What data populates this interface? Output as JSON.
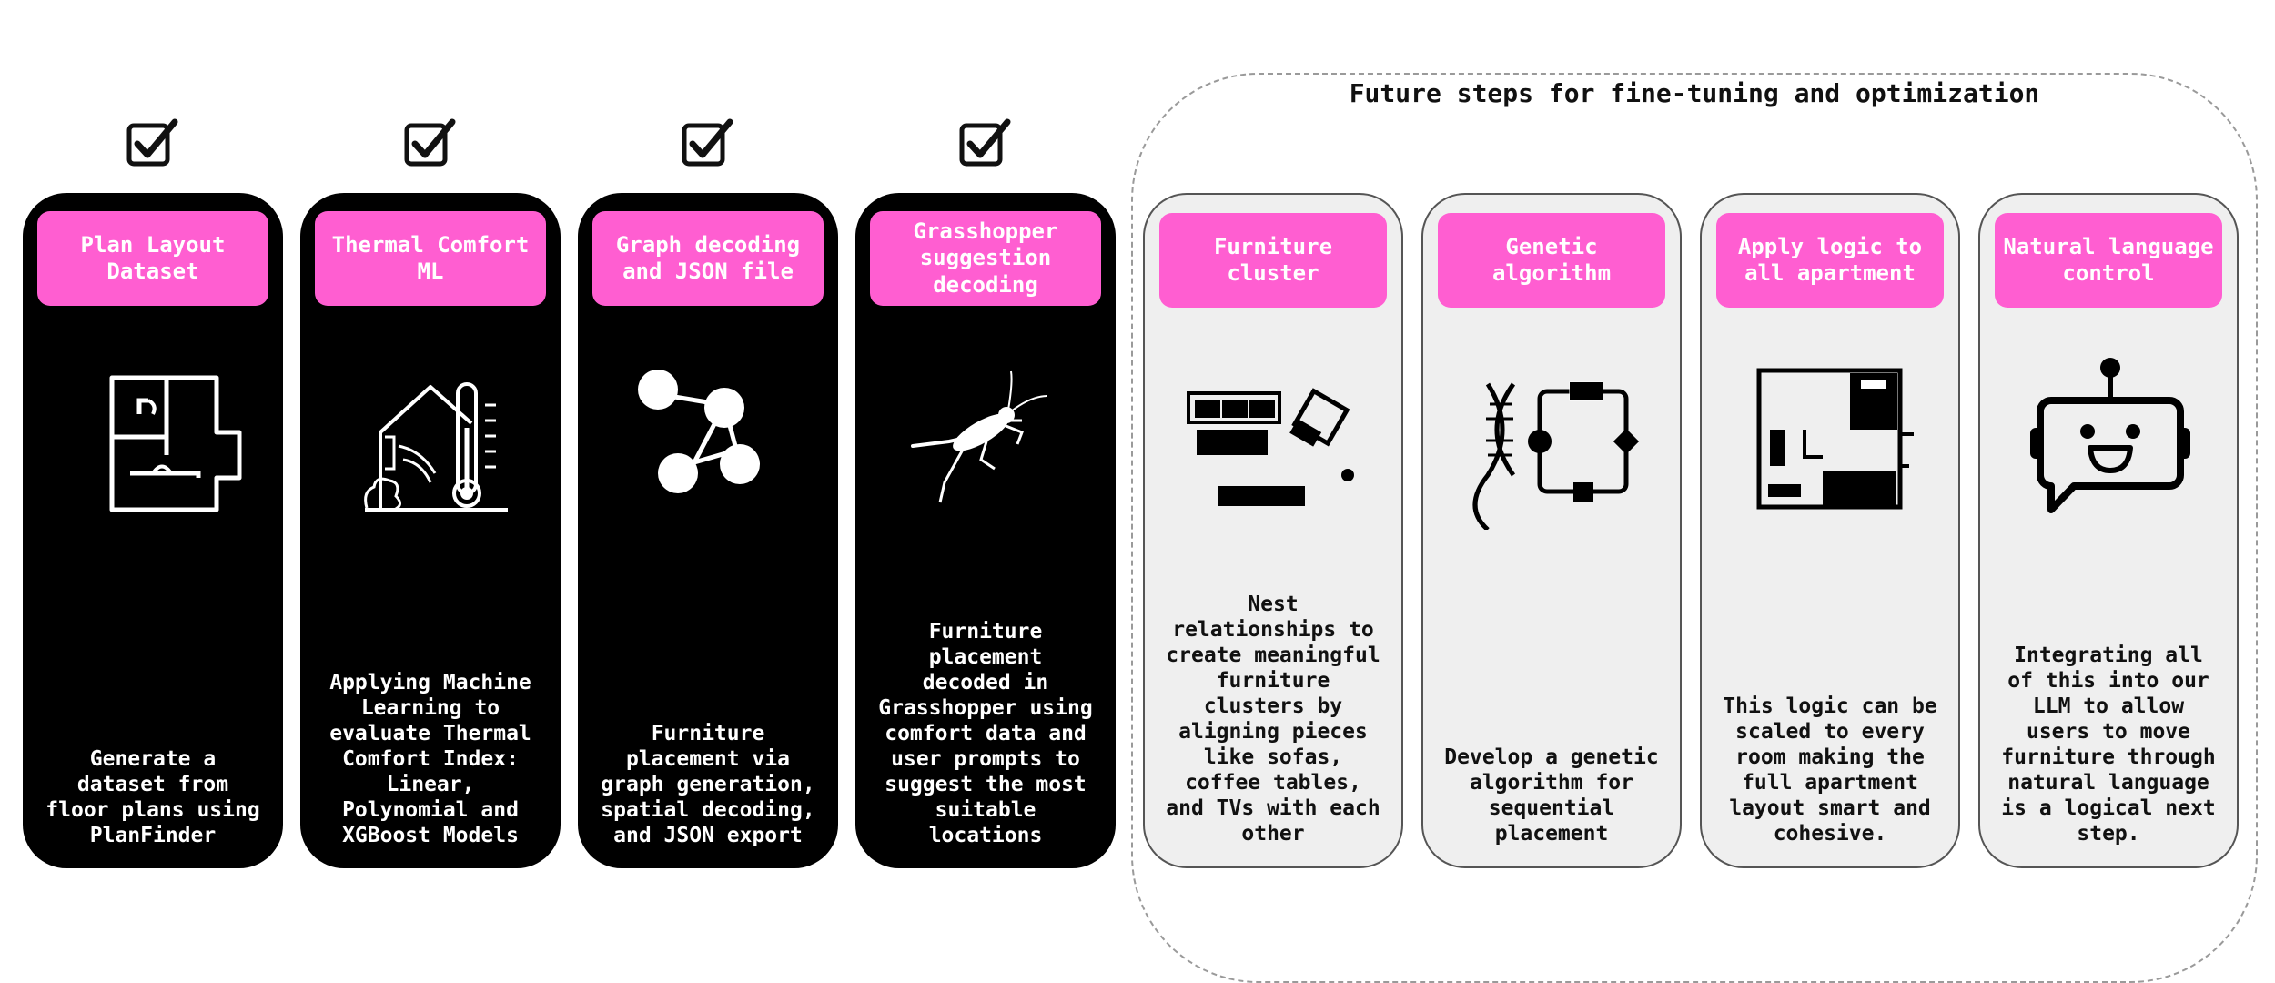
{
  "future_section": {
    "title": "Future steps for fine-tuning and optimization"
  },
  "steps": [
    {
      "title": "Plan Layout\nDataset",
      "description": "Generate a\ndataset from\nfloor plans using\nPlanFinder",
      "icon": "floor-plan-icon",
      "status": "completed"
    },
    {
      "title": "Thermal Comfort\nML",
      "description": "Applying Machine\nLearning to\nevaluate Thermal\nComfort Index:\nLinear,\nPolynomial and\nXGBoost Models",
      "icon": "house-thermometer-icon",
      "status": "completed"
    },
    {
      "title": "Graph decoding\nand JSON file",
      "description": "Furniture\nplacement via\ngraph generation,\nspatial decoding,\nand JSON export",
      "icon": "graph-nodes-icon",
      "status": "completed"
    },
    {
      "title": "Grasshopper\nsuggestion\ndecoding",
      "description": "Furniture\nplacement\ndecoded in\nGrasshopper using\ncomfort data and\nuser prompts to\nsuggest the most\nsuitable\nlocations",
      "icon": "grasshopper-icon",
      "status": "completed"
    },
    {
      "title": "Furniture\ncluster",
      "description": "Nest\nrelationships to\ncreate meaningful\nfurniture\nclusters by\naligning pieces\nlike sofas,\ncoffee tables,\nand TVs with each\nother",
      "icon": "furniture-cluster-icon",
      "status": "future"
    },
    {
      "title": "Genetic\nalgorithm",
      "description": "Develop a genetic\nalgorithm for\nsequential\nplacement",
      "icon": "dna-algorithm-icon",
      "status": "future"
    },
    {
      "title": "Apply logic to\nall apartment",
      "description": "This logic can be\nscaled to every\nroom making the\nfull apartment\nlayout smart and\ncohesive.",
      "icon": "apartment-layout-icon",
      "status": "future"
    },
    {
      "title": "Natural language\ncontrol",
      "description": "Integrating all\nof this into our\nLLM to allow\nusers to move\nfurniture through\nnatural language\nis a logical next\nstep.",
      "icon": "robot-chat-icon",
      "status": "future"
    }
  ],
  "colors": {
    "pill": "#ff5ed1",
    "done_card": "#000000",
    "future_card": "#efefef"
  }
}
